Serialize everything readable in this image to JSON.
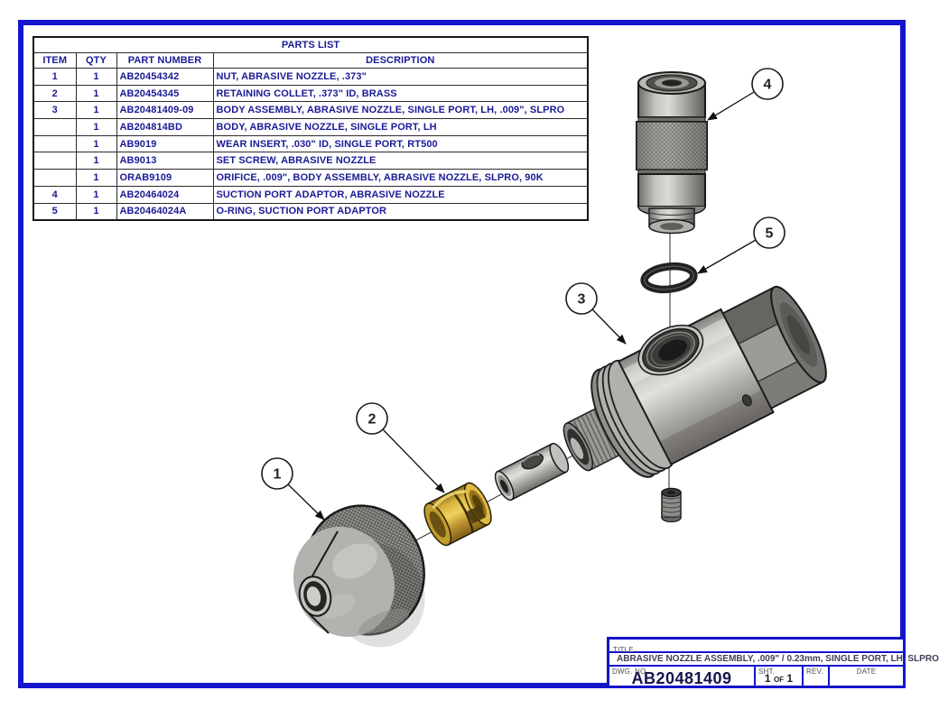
{
  "parts_list": {
    "title": "PARTS LIST",
    "columns": [
      "ITEM",
      "QTY",
      "PART NUMBER",
      "DESCRIPTION"
    ],
    "rows": [
      {
        "item": "1",
        "qty": "1",
        "part_number": "AB20454342",
        "description": "NUT, ABRASIVE NOZZLE, .373\""
      },
      {
        "item": "2",
        "qty": "1",
        "part_number": "AB20454345",
        "description": "RETAINING COLLET, .373\" ID, BRASS"
      },
      {
        "item": "3",
        "qty": "1",
        "part_number": "AB20481409-09",
        "description": "BODY ASSEMBLY, ABRASIVE NOZZLE, SINGLE PORT, LH, .009\", SLPRO"
      },
      {
        "item": "",
        "qty": "1",
        "part_number": "AB204814BD",
        "description": "BODY, ABRASIVE NOZZLE, SINGLE PORT, LH"
      },
      {
        "item": "",
        "qty": "1",
        "part_number": "AB9019",
        "description": "WEAR INSERT, .030\" ID, SINGLE PORT, RT500"
      },
      {
        "item": "",
        "qty": "1",
        "part_number": "AB9013",
        "description": "SET SCREW, ABRASIVE NOZZLE"
      },
      {
        "item": "",
        "qty": "1",
        "part_number": "ORAB9109",
        "description": "ORIFICE, .009\", BODY ASSEMBLY, ABRASIVE NOZZLE, SLPRO, 90K"
      },
      {
        "item": "4",
        "qty": "1",
        "part_number": "AB20464024",
        "description": "SUCTION PORT ADAPTOR, ABRASIVE NOZZLE"
      },
      {
        "item": "5",
        "qty": "1",
        "part_number": "AB20464024A",
        "description": "O-RING, SUCTION PORT ADAPTOR"
      }
    ]
  },
  "drawing": {
    "balloons": [
      {
        "label": "1"
      },
      {
        "label": "2"
      },
      {
        "label": "3"
      },
      {
        "label": "4"
      },
      {
        "label": "5"
      }
    ]
  },
  "title_block": {
    "title_label": "TITLE",
    "title_value": "ABRASIVE NOZZLE ASSEMBLY, .009\" / 0.23mm, SINGLE PORT, LH, SLPRO",
    "dwg_no_label": "DWG. NO.",
    "dwg_no_value": "AB20481409",
    "sht_label": "SHT.",
    "sht_page": "1",
    "sht_of": "OF",
    "sht_total": "1",
    "rev_label": "REV.",
    "date_label": "DATE"
  },
  "colors": {
    "border_blue": "#1414cd",
    "text_navy": "#1a1a96",
    "brass": "#d9b53e"
  }
}
